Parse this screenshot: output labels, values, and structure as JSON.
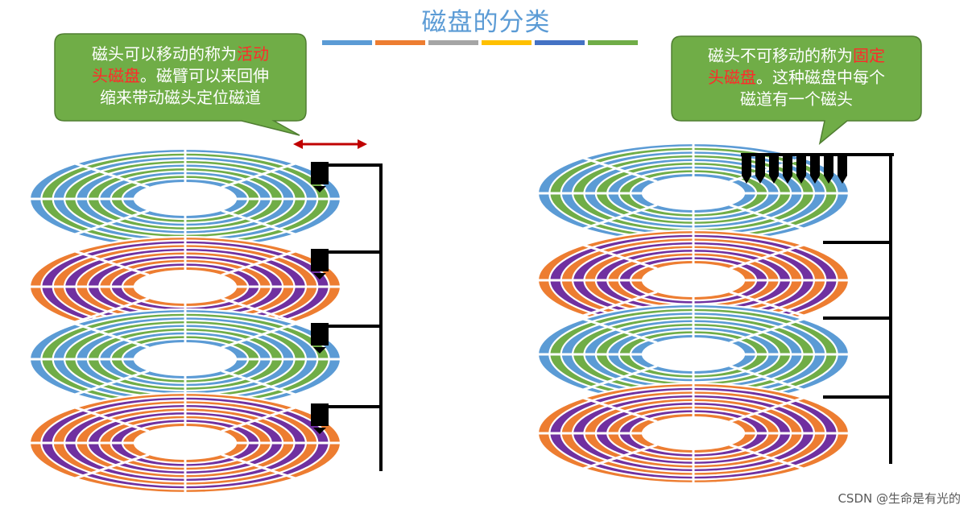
{
  "title": "磁盘的分类",
  "legend_colors": [
    "#5b9bd5",
    "#ed7d31",
    "#a5a5a5",
    "#ffc000",
    "#4472c4",
    "#70ad47"
  ],
  "callout_left": {
    "text_a": "磁头可以移动的称为",
    "text_hl1": "活动",
    "text_hl2": "头磁盘",
    "text_b": "。磁臂可以来回伸",
    "text_c": "缩来带动磁头定位磁道"
  },
  "callout_right": {
    "text_a": "磁头不可移动的称为",
    "text_hl1": "固定",
    "text_hl2": "头磁盘",
    "text_b": "。这种磁盘中每个",
    "text_c": "磁道有一个磁头"
  },
  "watermark": "CSDN @生命是有光的",
  "colors": {
    "blue": "#5b9bd5",
    "green": "#70ad47",
    "orange": "#ed7d31",
    "purple": "#7030a0",
    "callout": "#70ad47",
    "highlight": "#ff2a2a",
    "arrow": "#c00000"
  },
  "left_stack": [
    "blue-green",
    "orange-purple",
    "blue-green",
    "orange-purple"
  ],
  "right_stack": [
    "blue-green",
    "orange-purple",
    "blue-green",
    "orange-purple"
  ]
}
